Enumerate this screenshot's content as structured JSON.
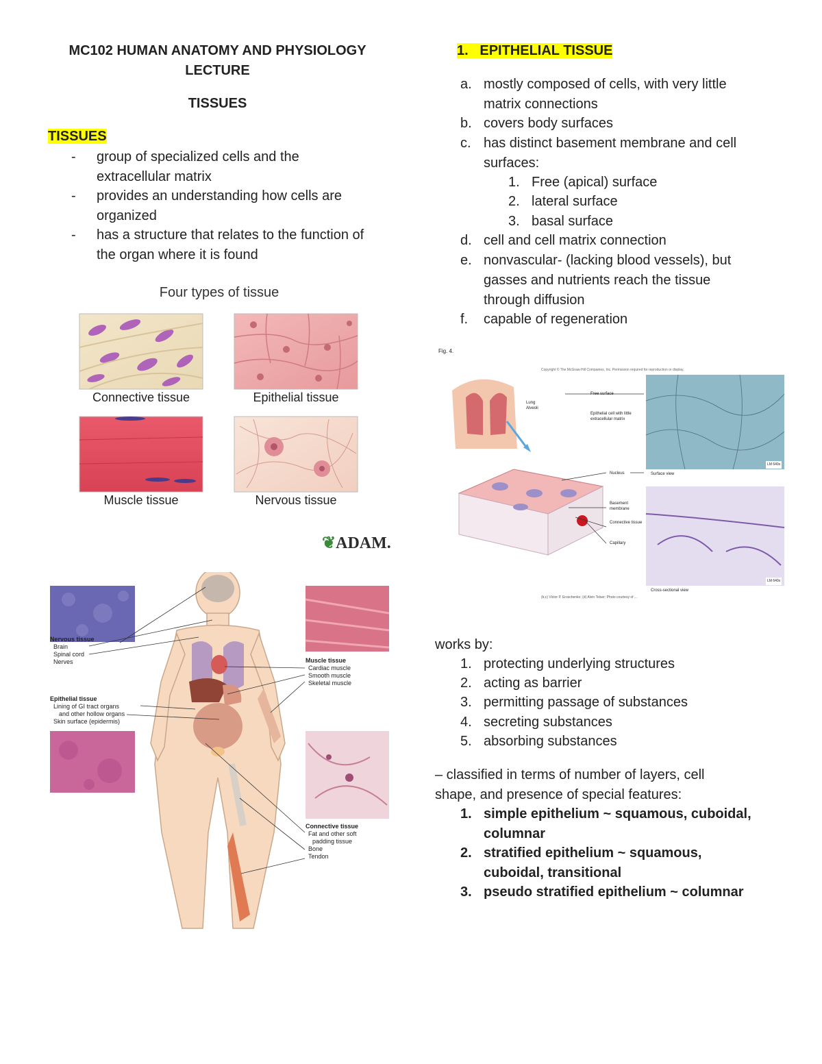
{
  "doc": {
    "title_line1": "MC102 HUMAN ANATOMY AND PHYSIOLOGY",
    "title_line2": "LECTURE",
    "subtitle": "TISSUES"
  },
  "tissues_section": {
    "heading": "TISSUES",
    "bullets": [
      [
        "group of specialized cells and the",
        "extracellular matrix"
      ],
      [
        "provides an understanding how cells are",
        "organized"
      ],
      [
        "has a structure that relates to the function of",
        "the organ where it is found"
      ]
    ]
  },
  "figure_four_types": {
    "title": "Four types of tissue",
    "captions": [
      "Connective tissue",
      "Epithelial tissue",
      "Muscle tissue",
      "Nervous tissue"
    ],
    "logo": "ADAM."
  },
  "figure_body": {
    "nervous_title": "Nervous tissue",
    "nervous_items": [
      "Brain",
      "Spinal cord",
      "Nerves"
    ],
    "epithelial_title": "Epithelial tissue",
    "epithelial_items": [
      "Lining of GI tract organs",
      "and other hollow organs",
      "Skin surface (epidermis)"
    ],
    "muscle_title": "Muscle tissue",
    "muscle_items": [
      "Cardiac muscle",
      "Smooth muscle",
      "Skeletal muscle"
    ],
    "connective_title": "Connective tissue",
    "connective_items": [
      "Fat and other soft",
      "padding tissue",
      "Bone",
      "Tendon"
    ]
  },
  "epithelial_section": {
    "heading": "1.   EPITHELIAL TISSUE",
    "items": [
      {
        "marker": "a.",
        "lines": [
          "mostly composed of cells, with very little",
          "matrix connections"
        ]
      },
      {
        "marker": "b.",
        "lines": [
          "covers body surfaces"
        ]
      },
      {
        "marker": "c.",
        "lines": [
          "has distinct basement membrane and cell",
          "surfaces:"
        ]
      },
      {
        "marker": "d.",
        "lines": [
          "cell and cell matrix connection"
        ]
      },
      {
        "marker": "e.",
        "lines": [
          "nonvascular- (lacking blood vessels),  but",
          "gasses and nutrients reach the tissue",
          "through diffusion"
        ]
      },
      {
        "marker": "f.",
        "lines": [
          "capable of regeneration"
        ]
      }
    ],
    "surfaces": [
      {
        "marker": "1.",
        "text": "Free (apical) surface"
      },
      {
        "marker": "2.",
        "text": "lateral surface"
      },
      {
        "marker": "3.",
        "text": "basal surface"
      }
    ]
  },
  "figure_epithelium": {
    "fig_label": "Fig. 4.",
    "copyright": "Copyright © The McGraw-Hill Companies, Inc. Permission required for reproduction or display.",
    "labels": [
      "Lung",
      "Alveoli",
      "Free surface",
      "Epithelial cell with little extracellular matrix",
      "Nucleus",
      "Basement membrane",
      "Connective tissue",
      "Capillary",
      "Surface view",
      "Cross-sectional view"
    ],
    "scale": "LM 640x",
    "credit": "(b,c) Victor P. Eroschenko; (d) Alvin Telser; Photo courtesy of ..."
  },
  "works_by": {
    "intro": "works by:",
    "items": [
      {
        "marker": "1.",
        "text": "protecting underlying structures"
      },
      {
        "marker": "2.",
        "text": "acting as barrier"
      },
      {
        "marker": "3.",
        "text": "permitting passage of substances"
      },
      {
        "marker": "4.",
        "text": "secreting substances"
      },
      {
        "marker": "5.",
        "text": "absorbing substances"
      }
    ]
  },
  "classification": {
    "line1": "– classified in terms of number of layers, cell",
    "line2": "shape, and presence of special features:",
    "items": [
      {
        "marker": "1.",
        "lines": [
          "simple epithelium ~ squamous, cuboidal,",
          "columnar"
        ]
      },
      {
        "marker": "2.",
        "lines": [
          "stratified epithelium ~ squamous,",
          "cuboidal, transitional"
        ]
      },
      {
        "marker": "3.",
        "lines": [
          "pseudo stratified epithelium ~ columnar"
        ]
      }
    ]
  },
  "colors": {
    "highlight": "#ffff00",
    "text": "#222222"
  }
}
